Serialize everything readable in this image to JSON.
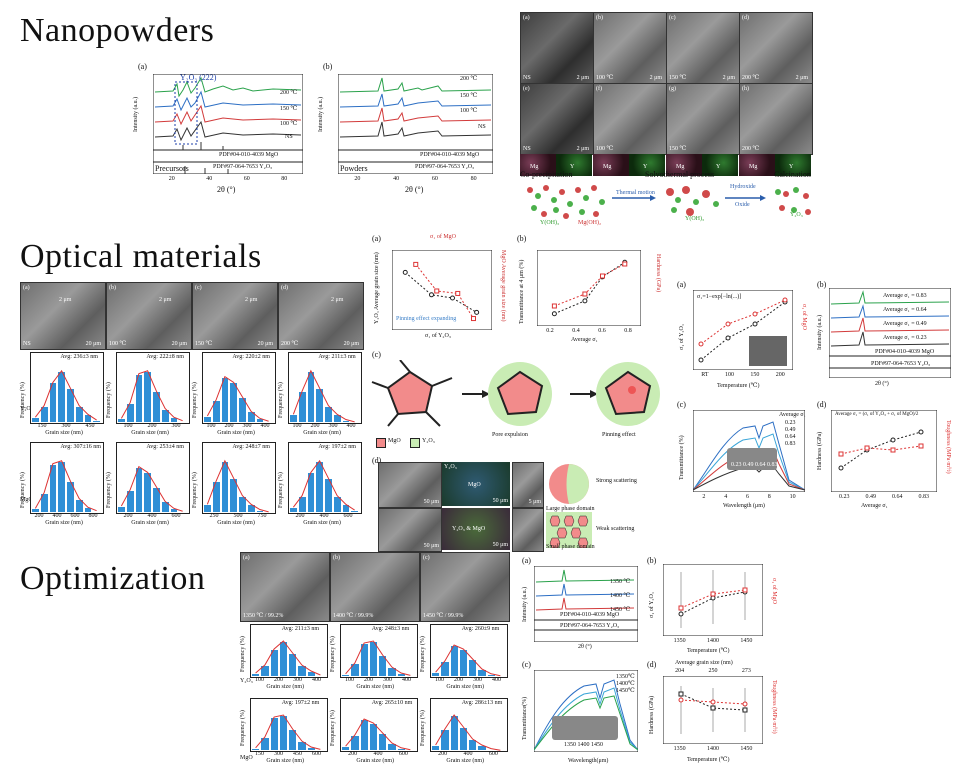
{
  "sections": {
    "nanopowders": "Nanopowders",
    "optical": "Optical materials",
    "optimization": "Optimization"
  },
  "nano": {
    "xrd_a": {
      "label": "(a)",
      "peak_label": "Y₂O₃ (222)",
      "ylabel": "Intensity (a.u.)",
      "xlabel": "2θ (°)",
      "ticks": [
        "20",
        "40",
        "60",
        "80"
      ],
      "curves": [
        "200 ℃",
        "150 ℃",
        "100 ℃",
        "NS"
      ],
      "ref_mgo": "PDF#04-010-4039 MgO",
      "ref_y2o3": "PDF#97-064-7653 Y₂O₃",
      "legend": "Precursors"
    },
    "xrd_b": {
      "label": "(b)",
      "ylabel": "Intensity (a.u.)",
      "xlabel": "2θ (°)",
      "ticks": [
        "20",
        "40",
        "60",
        "80"
      ],
      "curves": [
        "200 ℃",
        "150 ℃",
        "100 ℃",
        "NS"
      ],
      "ref_mgo": "PDF#04-010-4039 MgO",
      "ref_y2o3": "PDF#97-064-7653 Y₂O₃",
      "legend": "Powders"
    },
    "sem": {
      "top": [
        "(a)",
        "(b)",
        "(c)",
        "(d)"
      ],
      "bottom": [
        "(e)",
        "(f)",
        "(g)",
        "(h)"
      ],
      "scale": "2 μm",
      "ns": "NS",
      "temps": [
        "100 ℃",
        "150 ℃",
        "200 ℃"
      ],
      "maps": [
        "Mg",
        "Y",
        "Mg",
        "Y",
        "Mg",
        "Y",
        "Mg",
        "Y"
      ]
    },
    "schematic": {
      "steps": [
        "Co-precipitation",
        "Solvothermal process",
        "Calcination"
      ],
      "arrow1": "Thermal motion",
      "arrow2a": "Hydroxide",
      "arrow2b": "Oxide",
      "species1": "Y(OH)₃",
      "species2": "Mg(OH)₂",
      "species3": "Y(OH)₃",
      "species4": "Y₂O₃"
    }
  },
  "optical": {
    "sem": {
      "labels": [
        "(a)",
        "(b)",
        "(c)",
        "(d)"
      ],
      "temps": [
        "NS",
        "100 ℃",
        "150 ℃",
        "200 ℃"
      ],
      "inset": "2 μm",
      "scale": "20 μm"
    },
    "hist_y2o3": [
      {
        "avg": "Avg: 236±3 nm",
        "ticks": [
          "150",
          "300",
          "450"
        ]
      },
      {
        "avg": "Avg: 222±8 nm",
        "ticks": [
          "100",
          "200",
          "300"
        ]
      },
      {
        "avg": "Avg: 220±2 nm",
        "ticks": [
          "100",
          "200",
          "300",
          "400"
        ]
      },
      {
        "avg": "Avg: 211±3 nm",
        "ticks": [
          "100",
          "200",
          "300",
          "400"
        ]
      }
    ],
    "hist_mgo": [
      {
        "avg": "Avg: 307±16 nm",
        "ticks": [
          "200",
          "400",
          "600",
          "800"
        ]
      },
      {
        "avg": "Avg: 253±4 nm",
        "ticks": [
          "200",
          "400",
          "600"
        ]
      },
      {
        "avg": "Avg: 248±7 nm",
        "ticks": [
          "250",
          "500",
          "750"
        ]
      },
      {
        "avg": "Avg: 197±2 nm",
        "ticks": [
          "200",
          "400",
          "600"
        ]
      }
    ],
    "hist_xlabel": "Grain size (nm)",
    "hist_ylabel": "Frequency (%)",
    "row_y2o3": "Y₂O₃",
    "row_mgo": "MgO",
    "grain_plot": {
      "label": "(a)",
      "top_axis": "σ₁ of MgO",
      "ylabel_left": "Y₂O₃ Average grain size (nm)",
      "ylabel_right": "MgO Average grain size (nm)",
      "xlabel": "σ₁ of Y₂O₃",
      "note": "Pinning effect expanding",
      "y2o3": [
        [
          0.15,
          236
        ],
        [
          0.4,
          222
        ],
        [
          0.6,
          220
        ],
        [
          0.83,
          211
        ]
      ],
      "mgo": [
        [
          0.25,
          307
        ],
        [
          0.45,
          253
        ],
        [
          0.65,
          248
        ],
        [
          0.8,
          197
        ]
      ]
    },
    "trans_hard": {
      "label": "(b)",
      "ylabel_left": "Transmittance at 4 μm (%)",
      "ylabel_right": "Hardness (GPa)",
      "xlabel": "Average σ₁",
      "x_ticks": [
        "0.2",
        "0.4",
        "0.6",
        "0.8"
      ],
      "trans": [
        [
          0.23,
          5
        ],
        [
          0.49,
          20
        ],
        [
          0.64,
          48
        ],
        [
          0.83,
          65
        ]
      ],
      "hard": [
        [
          0.23,
          9.85
        ],
        [
          0.49,
          9.95
        ],
        [
          0.64,
          10.1
        ],
        [
          0.83,
          10.2
        ]
      ]
    },
    "pinning": {
      "label": "(c)",
      "steps": [
        "Pore expulsion",
        "Pinning effect"
      ],
      "legend_mgo": "MgO",
      "legend_y2o3": "Y₂O₃"
    },
    "scatter": {
      "label": "(d)",
      "maps": [
        "Y₂O₃",
        "MgO",
        "Y₂O₃ & MgO"
      ],
      "large": "Large phase domain",
      "small": "Small phase domain",
      "strong": "Strong scattering",
      "weak": "Weak scattering",
      "scale": "50 μm",
      "scale2": "5 μm"
    },
    "sigma_temp": {
      "label": "(a)",
      "equation": "σ₁=1−exp[−ln(...)]",
      "xlabel": "Temperature (℃)",
      "ylabel_left": "σ₁ of Y₂O₃",
      "ylabel_right": "σ₁ of MgO",
      "x_ticks": [
        "RT",
        "100",
        "150",
        "200"
      ]
    },
    "xrd_right": {
      "label": "(b)",
      "ylabel": "Intensity (a.u.)",
      "xlabel": "2θ (°)",
      "curves": [
        "Average σ₁ = 0.83",
        "Average σ₁ = 0.64",
        "Average σ₁ = 0.49",
        "Average σ₁ = 0.23"
      ],
      "ref_mgo": "PDF#04-010-4039 MgO",
      "ref_y2o3": "PDF#97-064-7653 Y₂O₃"
    },
    "trans_spectra": {
      "label": "(c)",
      "ylabel": "Transmittance (%)",
      "xlabel": "Wavelength (μm)",
      "legend_title": "Average σ₁",
      "legend": [
        "0.23",
        "0.49",
        "0.64",
        "0.83"
      ],
      "inset": "0.23 0.49 0.64 0.83",
      "x_ticks": [
        "2",
        "4",
        "6",
        "8",
        "10"
      ]
    },
    "hard_tough": {
      "label": "(d)",
      "title": "Average σ₁ = (σ₁ of Y₂O₃ + σ₁ of MgO)/2",
      "ylabel_left": "Hardness (GPa)",
      "ylabel_right": "Toughness (MPa·m½)",
      "xlabel": "Average σ₁",
      "x_ticks": [
        "0.23",
        "0.49",
        "0.64",
        "0.83"
      ]
    }
  },
  "opt": {
    "sem": {
      "labels": [
        "(a)",
        "(b)",
        "(c)"
      ],
      "captions": [
        "1350 ℃ / 99.2%",
        "1400 ℃ / 99.9%",
        "1450 ℃ / 99.9%"
      ]
    },
    "hist_y2o3": [
      {
        "avg": "Avg: 211±3 nm",
        "ticks": [
          "100",
          "200",
          "300",
          "400"
        ]
      },
      {
        "avg": "Avg: 248±3 nm",
        "ticks": [
          "100",
          "200",
          "300",
          "400"
        ]
      },
      {
        "avg": "Avg: 260±9 nm",
        "ticks": [
          "100",
          "200",
          "300",
          "400"
        ]
      }
    ],
    "hist_mgo": [
      {
        "avg": "Avg: 197±2 nm",
        "ticks": [
          "150",
          "300",
          "450",
          "600"
        ]
      },
      {
        "avg": "Avg: 265±10 nm",
        "ticks": [
          "200",
          "400",
          "600"
        ]
      },
      {
        "avg": "Avg: 286±13 nm",
        "ticks": [
          "200",
          "400",
          "600"
        ]
      }
    ],
    "xrd": {
      "label": "(a)",
      "curves": [
        "1350 ℃",
        "1400 ℃",
        "1450 ℃"
      ],
      "ref_mgo": "PDF#04-010-4039 MgO",
      "ref_y2o3": "PDF#97-064-7653 Y₂O₃",
      "xlabel": "2θ (°)",
      "ylabel": "Intensity (a.u.)"
    },
    "sigma": {
      "label": "(b)",
      "xlabel": "Temperature (℃)",
      "ylabel_left": "σ₁ of Y₂O₃",
      "ylabel_right": "σ₁ of MgO",
      "x_ticks": [
        "1350",
        "1400",
        "1450"
      ]
    },
    "trans": {
      "label": "(c)",
      "ylabel": "Transmittance(%)",
      "xlabel": "Wavelength(μm)",
      "legend": [
        "1350℃",
        "1400℃",
        "1450℃"
      ],
      "inset": "1350 1400 1450"
    },
    "hard": {
      "label": "(d)",
      "top_axis": "Average grain size (nm)",
      "top_ticks": [
        "204",
        "250",
        "273"
      ],
      "xlabel": "Temperature (℃)",
      "ylabel_left": "Hardness (GPa)",
      "ylabel_right": "Toughness (MPa·m½)",
      "x_ticks": [
        "1350",
        "1400",
        "1450"
      ]
    }
  }
}
